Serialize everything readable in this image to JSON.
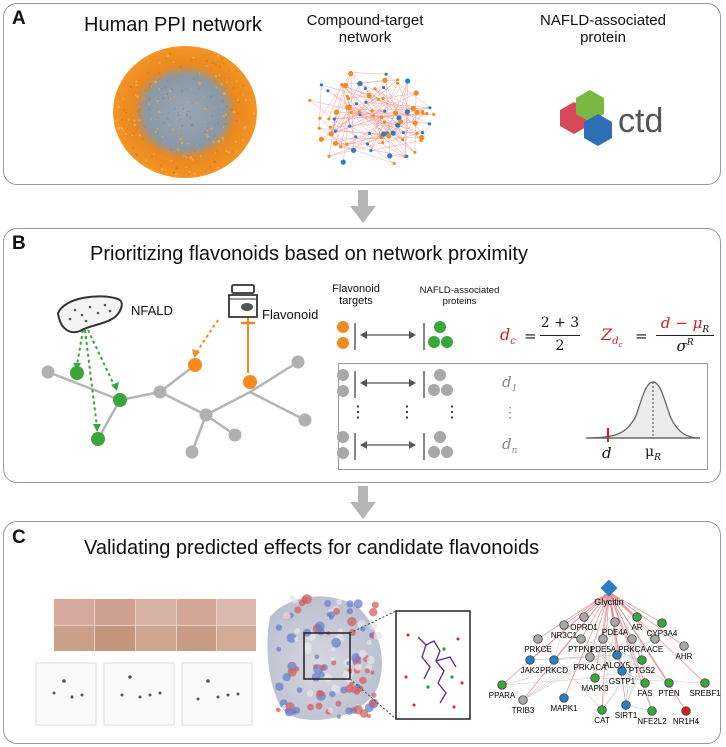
{
  "panelA": {
    "label": "A",
    "ppi_title": "Human PPI network",
    "ct_title_line1": "Compound-target",
    "ct_title_line2": "network",
    "nafld_title_line1": "NAFLD-associated",
    "nafld_title_line2": "protein",
    "ctd_logo_text": "ctd"
  },
  "panelB": {
    "label": "B",
    "title": "Prioritizing flavonoids based on network proximity",
    "nfald_label": "NFALD",
    "flavonoid_label": "Flavonoid",
    "flavonoid_targets_line1": "Flavonoid",
    "flavonoid_targets_line2": "targets",
    "nafld_proteins_line1": "NAFLD-associated",
    "nafld_proteins_line2": "proteins",
    "dc_symbol": "d",
    "dc_sub": "c",
    "dc_numerator": "2 + 3",
    "dc_denominator": "2",
    "z_symbol": "Z",
    "z_numerator": "d − μ",
    "z_numerator_sub": "R",
    "z_denominator": "σ",
    "z_denominator_sup": "R",
    "d1": "d",
    "d1_sub": "1",
    "dn": "d",
    "dn_sub": "n",
    "dist_d": "d",
    "dist_mu": "μ",
    "dist_mu_sub": "R",
    "vdots": "⋮"
  },
  "panelC": {
    "label": "C",
    "title": "Validating predicted effects for candidate flavonoids",
    "network_center": "Glycitin",
    "network_nodes": [
      "NR3C1",
      "OPRD1",
      "PDE4A",
      "AR",
      "CYP3A4",
      "PRKCE",
      "PTPN1",
      "PDE5A",
      "PRKCA",
      "ACE",
      "AHR",
      "JAK2",
      "PRKCD",
      "PRKACA",
      "ALOX5",
      "PTGS2",
      "PPARA",
      "MAPK3",
      "GSTP1",
      "FAS",
      "PTEN",
      "SREBF1",
      "TRIB3",
      "MAPK1",
      "CAT",
      "SIRT1",
      "NFE2L2",
      "NR1H4"
    ]
  },
  "colors": {
    "orange": "#f28c1e",
    "green": "#3aa53a",
    "gray_node": "#a8a8a8",
    "blue_node": "#2a7fc4",
    "red_text": "#d62020",
    "panel_border": "#9a9a9a",
    "arrow_gray": "#b5b5b5"
  }
}
